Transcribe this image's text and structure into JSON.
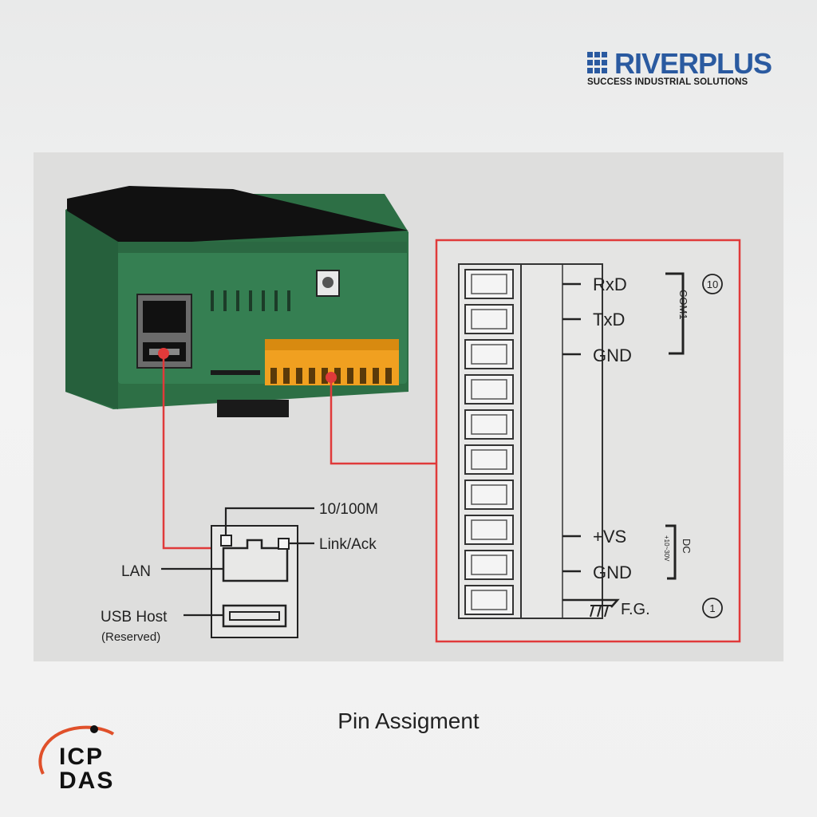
{
  "brand": {
    "name": "RIVERPLUS",
    "tagline": "SUCCESS INDUSTRIAL SOLUTIONS",
    "color": "#2a5aa0"
  },
  "diagram": {
    "terminal_labels": {
      "rxd": "RxD",
      "txd": "TxD",
      "gnd_com": "GND",
      "vs": "+VS",
      "gnd_dc": "GND",
      "fg": "F.G."
    },
    "group_com": "COM1",
    "group_dc": "DC",
    "group_dc_range": "+10~30V",
    "pin_top": "10",
    "pin_bottom": "1",
    "lan_labels": {
      "speed": "10/100M",
      "link": "Link/Ack",
      "lan": "LAN",
      "usb": "USB Host",
      "usb_note": "(Reserved)"
    },
    "colors": {
      "callout": "#e03a3a",
      "device_green": "#2f7a4a",
      "terminal_orange": "#f0a020"
    }
  },
  "caption": "Pin Assigment",
  "logo": {
    "line1": "ICP",
    "line2": "DAS",
    "accent": "#e0502a"
  }
}
